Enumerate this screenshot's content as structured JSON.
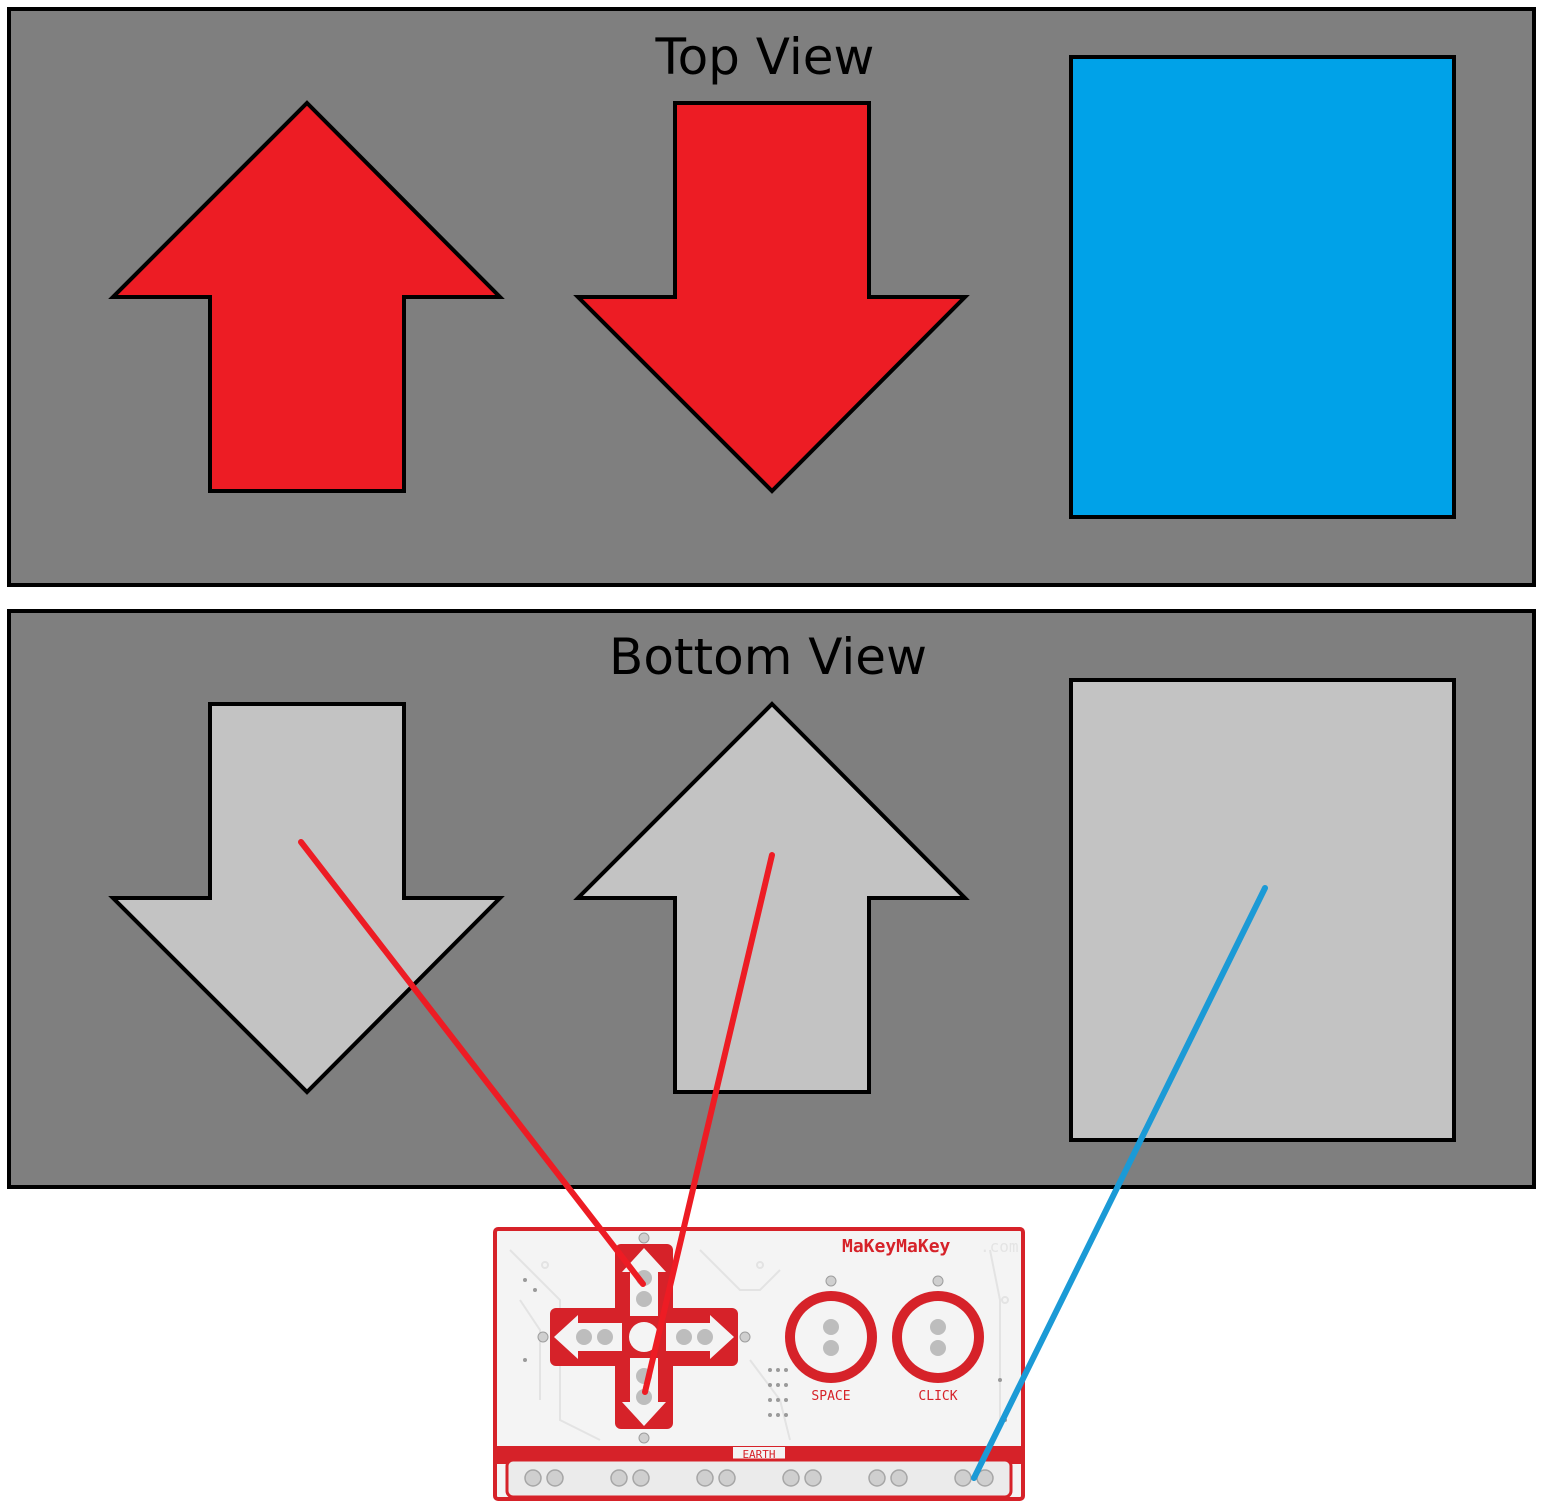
{
  "top_panel": {
    "title": "Top View",
    "items": [
      {
        "kind": "arrow",
        "direction": "up",
        "color": "#ed1c24"
      },
      {
        "kind": "arrow",
        "direction": "down",
        "color": "#ed1c24"
      },
      {
        "kind": "square",
        "color": "#00a2e8"
      }
    ]
  },
  "bottom_panel": {
    "title": "Bottom View",
    "items": [
      {
        "kind": "arrow",
        "direction": "down",
        "color": "#c3c3c3"
      },
      {
        "kind": "arrow",
        "direction": "up",
        "color": "#c3c3c3"
      },
      {
        "kind": "square",
        "color": "#c3c3c3"
      }
    ]
  },
  "panel_color": "#7f7f7f",
  "wires": [
    {
      "from": "down-arrow-pad",
      "to": "up-key",
      "color": "#ed1c24"
    },
    {
      "from": "up-arrow-pad",
      "to": "down-key",
      "color": "#ed1c24"
    },
    {
      "from": "square-pad",
      "to": "earth-strip",
      "color": "#1b9ad6"
    }
  ],
  "board": {
    "brand": "MaKeyMaKey",
    "brand_suffix": ".com",
    "space_label": "SPACE",
    "click_label": "CLICK",
    "earth_label": "EARTH",
    "color": "#d62229"
  }
}
